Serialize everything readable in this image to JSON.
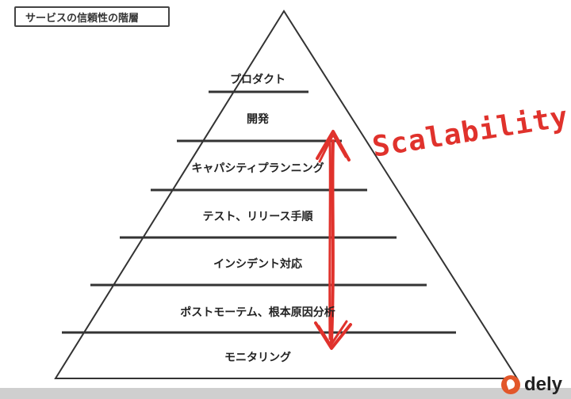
{
  "diagram": {
    "title": "サービスの信頼性の階層",
    "layers": [
      "プロダクト",
      "開発",
      "キャパシティプランニング",
      "テスト、リリース手順",
      "インシデント対応",
      "ポストモーテム、根本原因分析",
      "モニタリング"
    ],
    "annotation": "Scalability",
    "logo": "dely"
  },
  "colors": {
    "line": "#333333",
    "accent": "#e0322c",
    "logo": "#e2572a"
  }
}
